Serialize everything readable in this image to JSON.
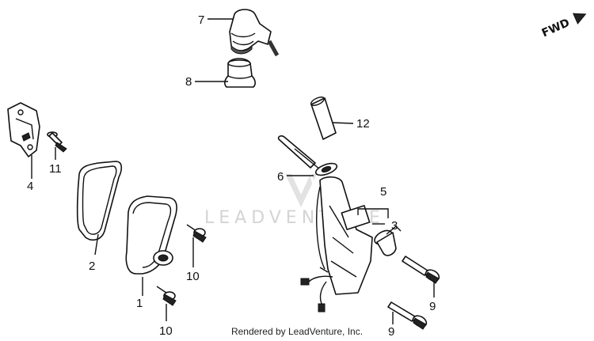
{
  "direction_label": "FWD",
  "watermark": "LEADVENTURE",
  "credit": "Rendered by LeadVenture, Inc.",
  "callouts": {
    "c1": "1",
    "c2": "2",
    "c3": "3",
    "c4": "4",
    "c5": "5",
    "c6": "6",
    "c7": "7",
    "c8": "8",
    "c9a": "9",
    "c9b": "9",
    "c10a": "10",
    "c10b": "10",
    "c11": "11",
    "c12": "12"
  }
}
